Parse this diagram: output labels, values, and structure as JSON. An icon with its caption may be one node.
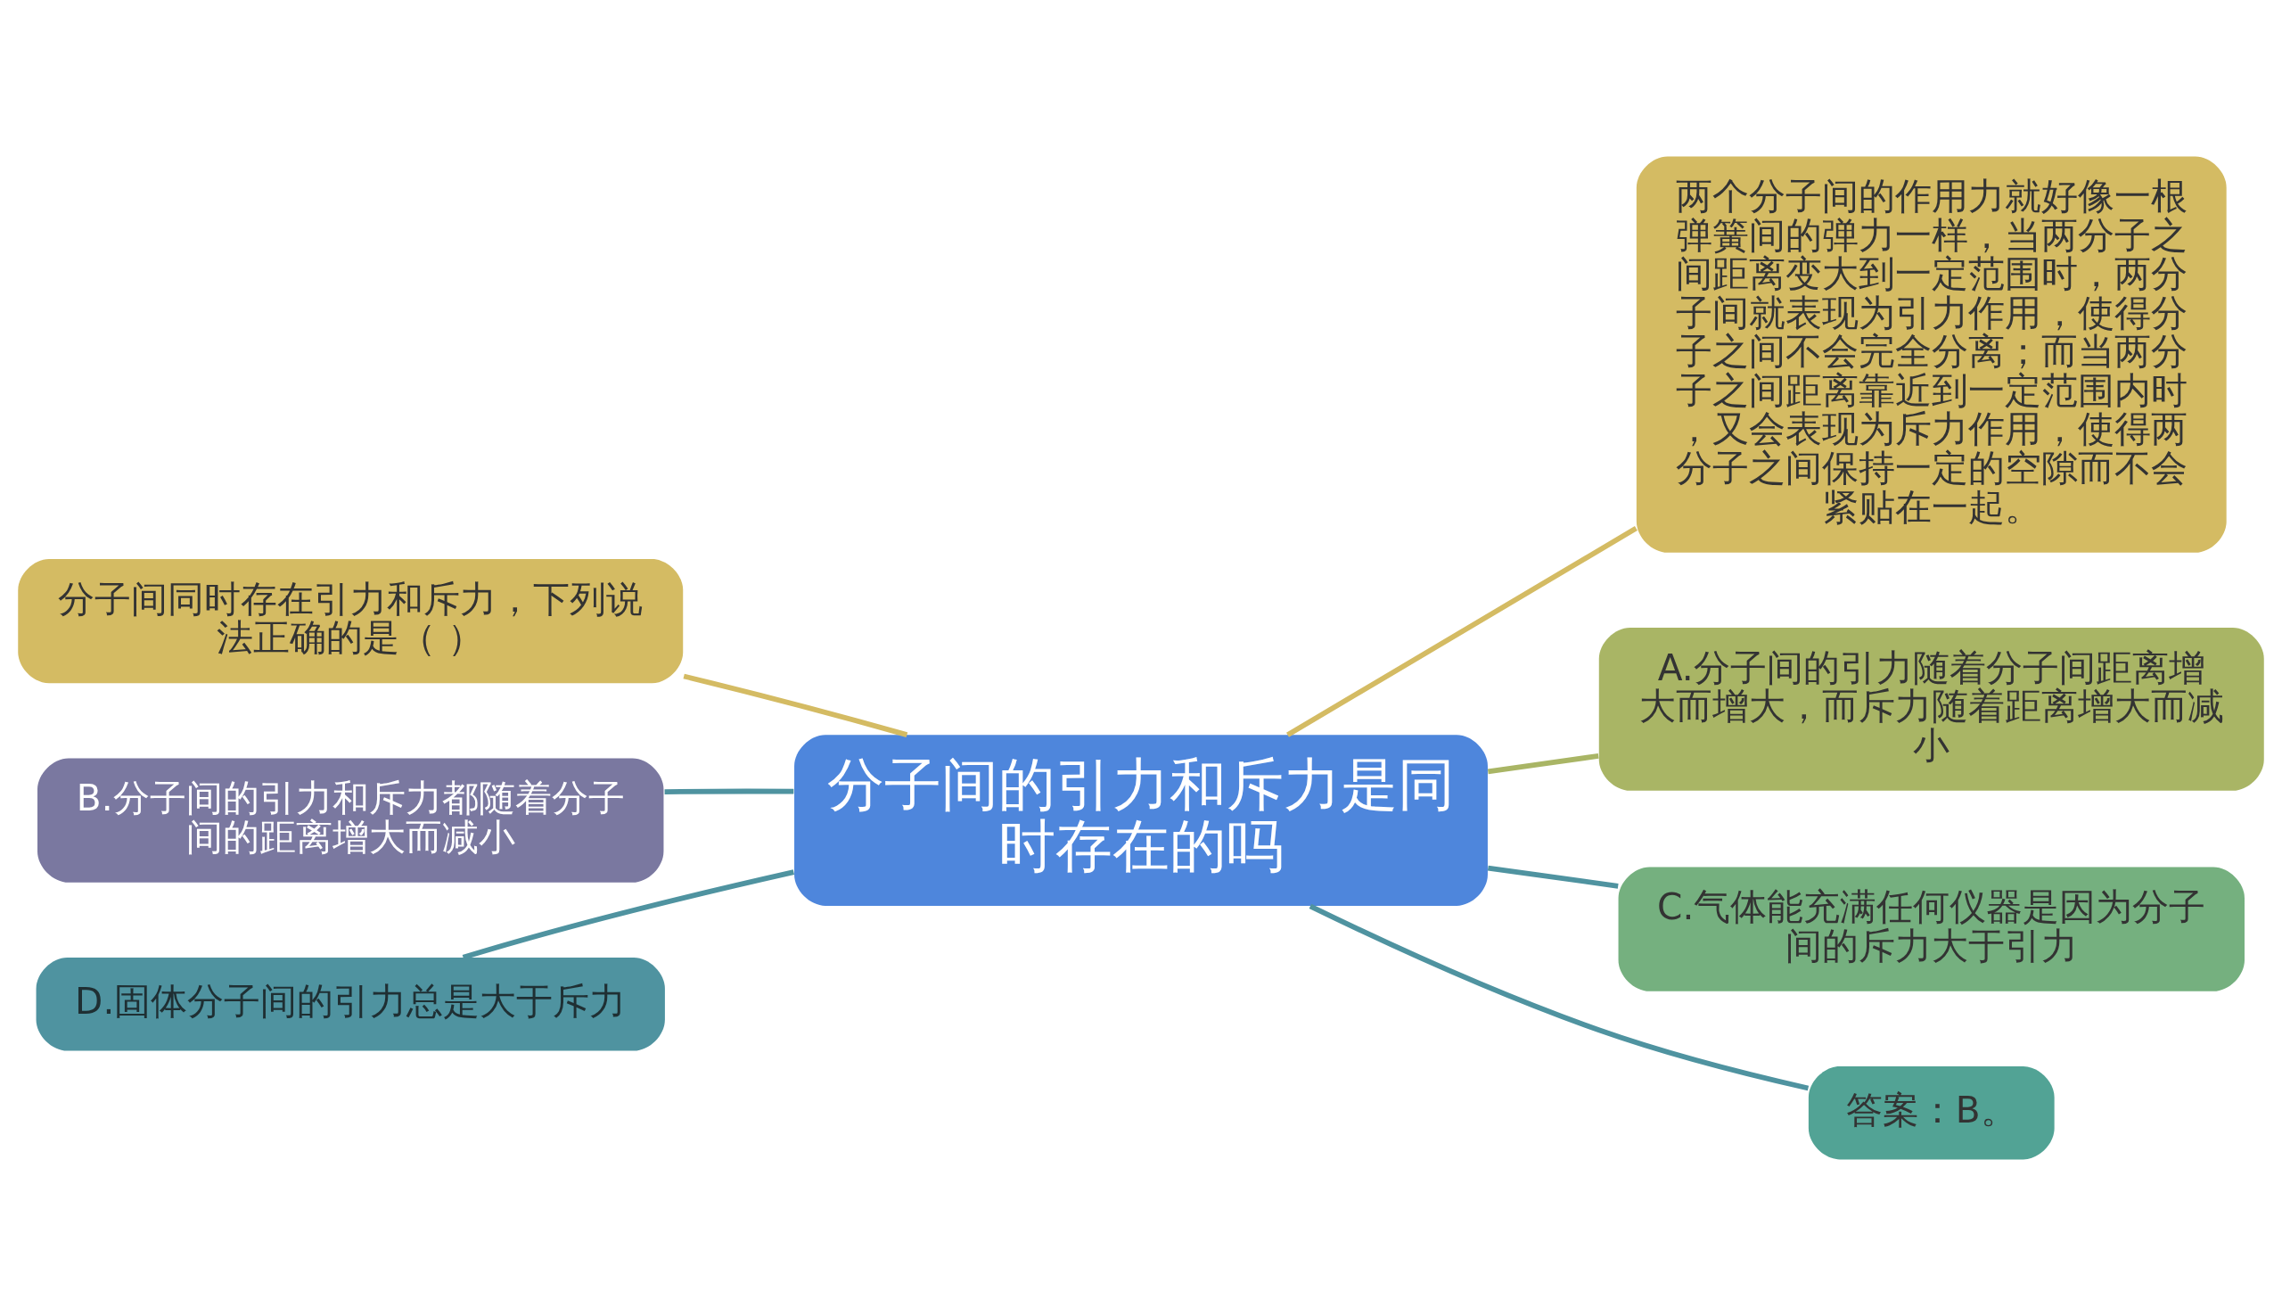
{
  "diagram": {
    "nodes": [
      {
        "text": [
          "分子间的引力和斥力是同时存在的吗"
        ]
      },
      {
        "text": [
          "分子间同时存在引力和斥力，下列说法正确的是（ ）"
        ]
      },
      {
        "text": [
          "B.分子间的引力和斥力都随着分子间的距离增大而减小"
        ]
      },
      {
        "text": [
          "D.固体分子间的引力总是大于斥力"
        ]
      },
      {
        "text": [
          "两个分子间的作用力就好像一根弹簧间的弹力一样，当两分子之间距离变大到一定范围时，两分子间就表现为引力作用，使得分子之间不会完全分离；而当两分子之间距离靠近到一定范围内时，又会表现为斥力作用，使得两分子之间保持一定的空隙而不会紧贴在一起。"
        ]
      },
      {
        "text": [
          "A.分子间的引力随着分子间距离增大而增大，而斥力随着距离增大而减小"
        ]
      },
      {
        "text": [
          "C.气体能充满任何仪器是因为分子间的斥力大于引力"
        ]
      },
      {
        "text": [
          "答案：B。"
        ]
      }
    ],
    "edges": [
      {
        "from": 0,
        "to": 1,
        "arrow": "none",
        "color": "#d4bb63"
      },
      {
        "from": 0,
        "to": 2,
        "arrow": "none",
        "color": "#4f93a0"
      },
      {
        "from": 0,
        "to": 3,
        "arrow": "none",
        "color": "#4f93a0"
      },
      {
        "from": 0,
        "to": 4,
        "arrow": "none",
        "color": "#d4bb63"
      },
      {
        "from": 0,
        "to": 5,
        "arrow": "none",
        "color": "#a9b565"
      },
      {
        "from": 0,
        "to": 6,
        "arrow": "none",
        "color": "#4f93a0"
      },
      {
        "from": 0,
        "to": 7,
        "arrow": "none",
        "color": "#4f93a0"
      }
    ]
  }
}
